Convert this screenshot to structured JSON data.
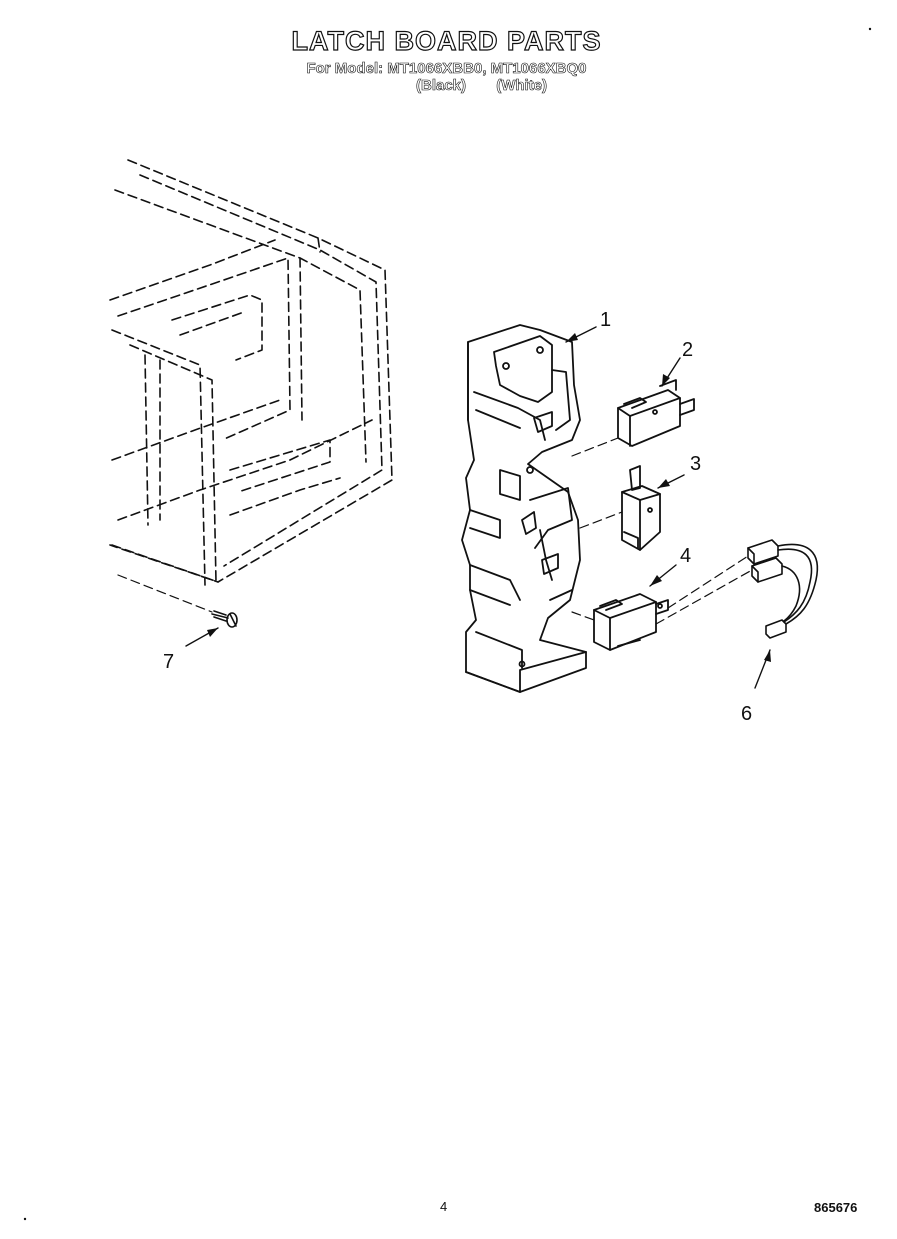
{
  "header": {
    "title": "LATCH BOARD PARTS",
    "model_line": "For Model: MT1066XBB0, MT1066XBQ0",
    "color_black": "(Black)",
    "color_white": "(White)"
  },
  "callouts": [
    "1",
    "2",
    "3",
    "4",
    "6",
    "7"
  ],
  "footer": {
    "page_number": "4",
    "document_number": "865676"
  }
}
